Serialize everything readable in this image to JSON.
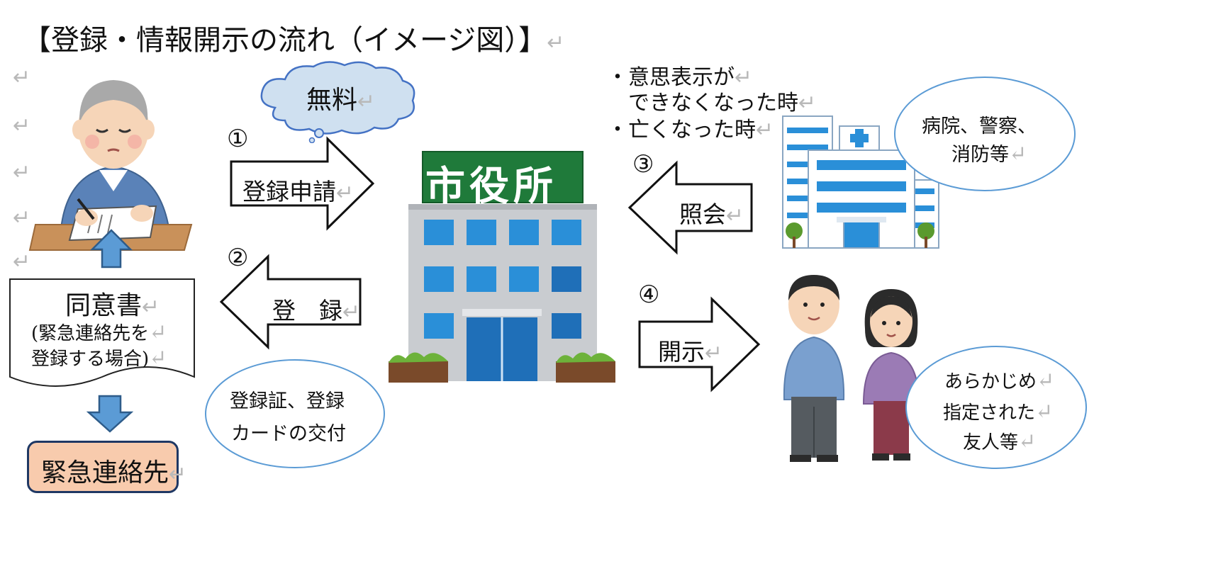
{
  "title": "【登録・情報開示の流れ（イメージ図）】",
  "return_mark": "↵",
  "cloud_label": "無料",
  "steps": {
    "s1": {
      "num": "①",
      "label": "登録申請"
    },
    "s2": {
      "num": "②",
      "label": "登　録"
    },
    "s3": {
      "num": "③",
      "label": "照会"
    },
    "s4": {
      "num": "④",
      "label": "開示"
    }
  },
  "city_hall_sign": "市役所",
  "conditions": {
    "line1": "・意思表示が",
    "line2": "　できなくなった時",
    "line3": "・亡くなった時"
  },
  "hospital_bubble": {
    "line1": "病院、警察、",
    "line2": "消防等"
  },
  "registration_bubble": {
    "line1": "登録証、登録",
    "line2": "カードの交付"
  },
  "people_bubble": {
    "line1": "あらかじめ",
    "line2": "指定された",
    "line3": "友人等"
  },
  "consent_doc": {
    "line1": "同意書",
    "line2": "(緊急連絡先を",
    "line3": "登録する場合)"
  },
  "emergency_contact": "緊急連絡先",
  "colors": {
    "cloud_fill": "#cfe0f0",
    "cloud_stroke": "#4472c4",
    "blue_arrow": "#5b9bd5",
    "contact_fill": "#f8cbad",
    "contact_stroke": "#1f3864",
    "bubble_stroke": "#5b9bd5",
    "sign_green": "#1f7a3a",
    "building_gray": "#c9ccd0",
    "window_blue": "#2a8fd8"
  },
  "icons": [
    "elderly-man-writing-icon",
    "city-hall-building-icon",
    "hospital-building-icon",
    "man-figure-icon",
    "woman-figure-icon"
  ]
}
